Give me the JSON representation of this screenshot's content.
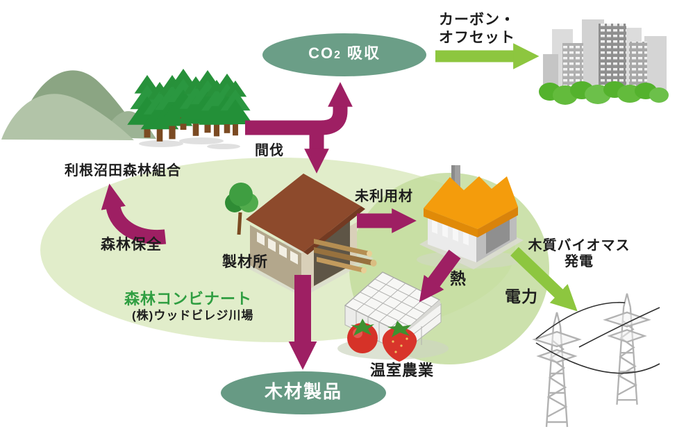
{
  "nodes": {
    "forest_association": "利根沼田森林組合",
    "co2": {
      "prefix": "CO",
      "sub": "2",
      "suffix": "吸収"
    },
    "sawmill": "製材所",
    "biomass_plant_line1": "木質バイオマス",
    "biomass_plant_line2": "発電",
    "greenhouse_farming": "温室農業",
    "wood_products": "木材製品"
  },
  "flows": {
    "thinning": "間伐",
    "carbon_offset_line1": "カーボン・",
    "carbon_offset_line2": "オフセット",
    "unused_wood": "未利用材",
    "forest_conservation": "森林保全",
    "heat": "熱",
    "electricity": "電力"
  },
  "zone": {
    "name": "森林コンビナート",
    "company": "(株)ウッドビレジ川場"
  },
  "colors": {
    "arrow_magenta": "#9e1f63",
    "arrow_green": "#8dc63f",
    "node_ellipse_green": "#6b9e87",
    "zone_pale_green": "#e1edca",
    "zone_green": "#c3dc9e",
    "combinat_text_green": "#2f9e41",
    "sawmill_roof_brown": "#8d4a2c",
    "factory_roof_orange": "#f49c0c",
    "label_text": "#1d1d1d"
  },
  "icons": {
    "mountains-icon": "forest mountains illustration",
    "conifer-forest-icon": "cedar tree cluster illustration",
    "sawmill-icon": "sawmill building with lumber",
    "deciduous-tree-icon": "broadleaf tree",
    "biomass-plant-icon": "biomass power plant with orange sawtooth roof",
    "greenhouse-icon": "glass greenhouse",
    "tomato-icon": "tomato",
    "strawberry-icon": "strawberry",
    "city-icon": "city skyline with greenery",
    "transmission-towers-icon": "electric transmission towers with power lines"
  }
}
